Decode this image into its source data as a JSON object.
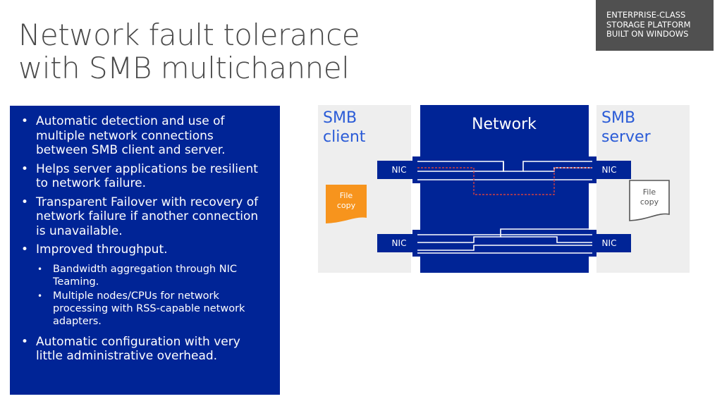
{
  "slide": {
    "title_lines": [
      "Network fault tolerance",
      "with SMB multichannel"
    ],
    "badge_lines": [
      "ENTERPRISE-CLASS",
      "STORAGE PLATFORM",
      "BUILT ON WINDOWS"
    ]
  },
  "bullets": [
    "Automatic detection and use of multiple network connections between SMB client and server.",
    "Helps server applications be resilient to network failure.",
    "Transparent Failover with recovery of network failure if another connection is unavailable.",
    "Improved throughput.",
    "Automatic configuration with very little administrative overhead."
  ],
  "sub_bullets": [
    "Bandwidth aggregation through NIC Teaming.",
    "Multiple nodes/CPUs for network processing with RSS-capable network adapters."
  ],
  "diagram": {
    "client_label_lines": [
      "SMB",
      "client"
    ],
    "network_label": "Network",
    "server_label_lines": [
      "SMB",
      "server"
    ],
    "nic_label": "NIC",
    "client_file_lines": [
      "File",
      "copy"
    ],
    "server_file_lines": [
      "File",
      "copy"
    ],
    "colors": {
      "blue": "#002496",
      "panel_gray": "#eeeeee",
      "file_orange": "#f7941d",
      "failed_link": "#d04040",
      "link": "#ffffff"
    }
  }
}
